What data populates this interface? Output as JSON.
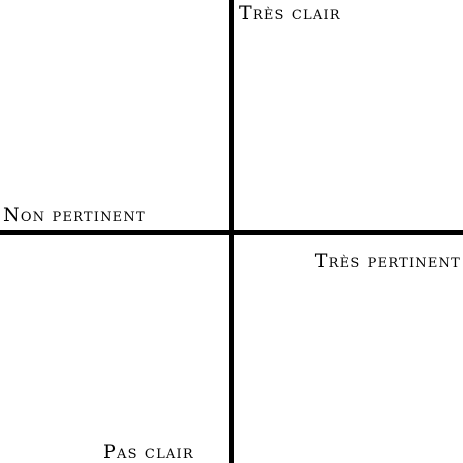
{
  "axes": {
    "top_label": "Très clair",
    "bottom_label": "Pas clair",
    "left_label": "Non pertinent",
    "right_label": "Très pertinent",
    "line_color": "#000000",
    "background_color": "#ffffff"
  }
}
